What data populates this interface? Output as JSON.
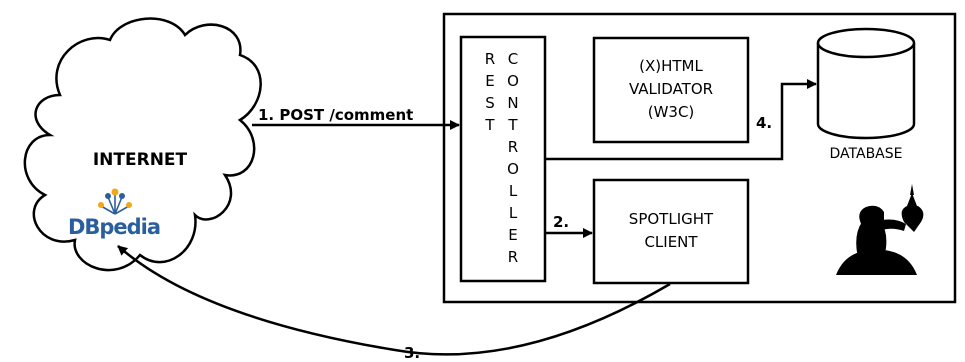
{
  "cloud": {
    "title": "INTERNET",
    "logo_text": "DBpedia"
  },
  "system": {
    "rest_controller": {
      "left_column": [
        "R",
        "E",
        "S",
        "T"
      ],
      "right_column": [
        "C",
        "O",
        "N",
        "T",
        "R",
        "O",
        "L",
        "L",
        "E",
        "R"
      ]
    },
    "validator": {
      "lines": [
        "(X)HTML",
        "VALIDATOR",
        "(W3C)"
      ]
    },
    "spotlight": {
      "lines": [
        "SPOTLIGHT",
        "CLIENT"
      ]
    },
    "database": {
      "label": "DATABASE"
    }
  },
  "arrows": {
    "step1": "1. POST /comment",
    "step2": "2.",
    "step3": "3.",
    "step4": "4."
  },
  "colors": {
    "stroke": "#000000",
    "logo_blue": "#2a5f9e",
    "logo_orange": "#f0a71a",
    "figure": "#000000"
  }
}
